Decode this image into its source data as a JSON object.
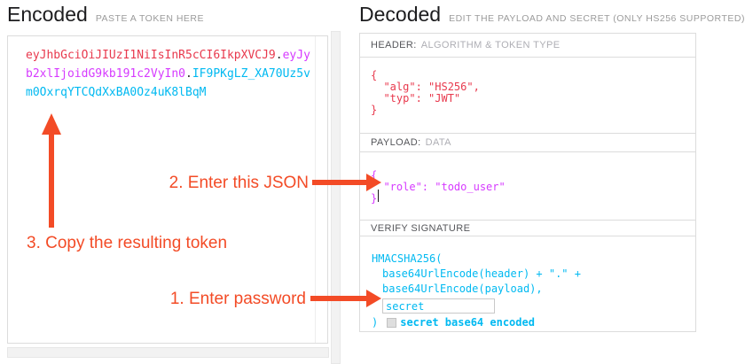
{
  "encoded": {
    "title": "Encoded",
    "subtitle": "PASTE A TOKEN HERE",
    "token": {
      "header_segment": "eyJhbGciOiJIUzI1NiIsInR5cCI6IkpXVCJ9",
      "dot1": ".",
      "payload_segment": "eyJyb2xlIjoidG9kb191c2VyIn0",
      "dot2": ".",
      "signature_segment": "IF9PKgLZ_XA70Uz5vm0OxrqYTCQdXxBA0Oz4uK8lBqM"
    }
  },
  "decoded": {
    "title": "Decoded",
    "subtitle": "EDIT THE PAYLOAD AND SECRET (ONLY HS256 SUPPORTED)",
    "header_section": {
      "label": "HEADER:",
      "label_hint": "ALGORITHM & TOKEN TYPE",
      "json": "{\n  \"alg\": \"HS256\",\n  \"typ\": \"JWT\"\n}"
    },
    "payload_section": {
      "label": "PAYLOAD:",
      "label_hint": "DATA",
      "json": "{\n  \"role\": \"todo_user\"\n}"
    },
    "signature_section": {
      "label": "VERIFY SIGNATURE",
      "line1": "HMACSHA256(",
      "line2": "base64UrlEncode(header) + \".\" +",
      "line3": "base64UrlEncode(payload),",
      "secret_value": "secret",
      "closing_paren": ")",
      "checkbox_label": "secret base64 encoded"
    }
  },
  "annotations": {
    "step1": "1. Enter password",
    "step2": "2. Enter this JSON",
    "step3": "3. Copy the resulting token"
  },
  "colors": {
    "token_header_red": "#e8394d",
    "token_payload_purple": "#d63aff",
    "token_signature_blue": "#00b9f1",
    "annotation_orange": "#f34b26"
  }
}
